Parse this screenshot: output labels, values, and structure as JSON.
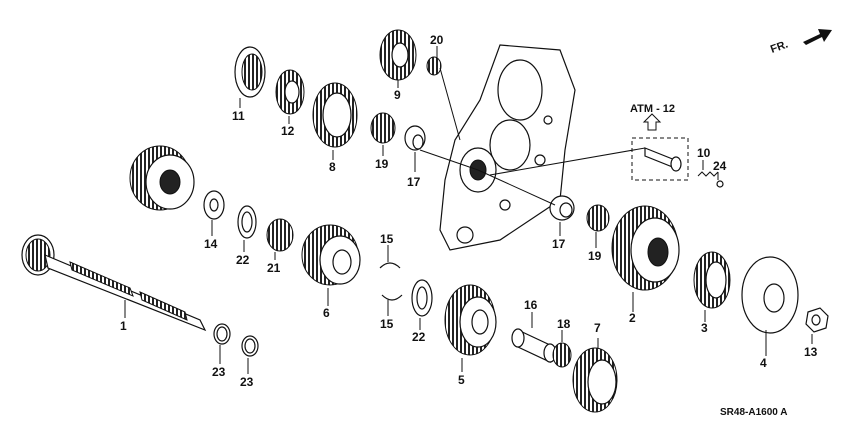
{
  "diagram": {
    "labels": [
      "1",
      "2",
      "3",
      "4",
      "5",
      "6",
      "7",
      "8",
      "9",
      "10",
      "11",
      "12",
      "13",
      "14",
      "15",
      "15",
      "16",
      "17",
      "17",
      "18",
      "19",
      "19",
      "20",
      "21",
      "22",
      "22",
      "23",
      "23",
      "24"
    ],
    "reference_code": "SR48-A1600 A",
    "callout": "ATM - 12",
    "direction": "FR."
  },
  "colors": {
    "ink": "#111111",
    "background": "#ffffff",
    "shade": "#bbbbbb"
  }
}
